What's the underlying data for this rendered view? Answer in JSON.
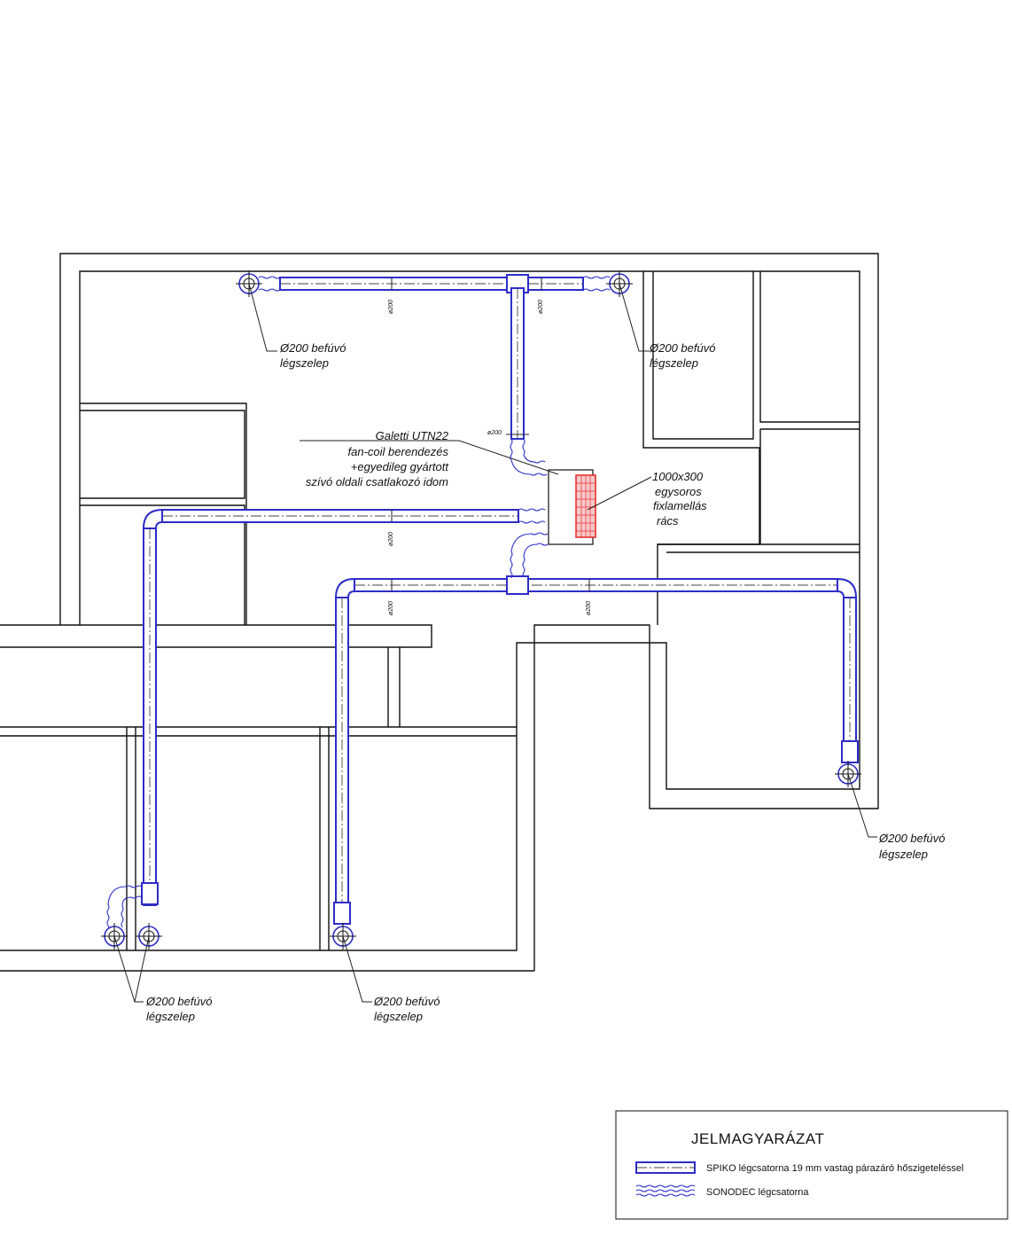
{
  "diffuser_label": {
    "line1": "Ø200 befúvó",
    "line2": "légszelep"
  },
  "dimension_label": "ø200",
  "fancoil_label": {
    "line1": "Galetti UTN22",
    "line2": "fan-coil berendezés",
    "line3": "+egyedileg gyártott",
    "line4": "szívó oldali csatlakozó idom"
  },
  "grille_label": {
    "line1": "1000x300",
    "line2": "egysoros",
    "line3": "fixlamellás",
    "line4": "rács"
  },
  "legend": {
    "title": "JELMAGYARÁZAT",
    "items": [
      {
        "symbol": "spiko-duct-symbol",
        "text": "SPIKO légcsatorna 19 mm vastag párazáró hőszigeteléssel"
      },
      {
        "symbol": "sonodec-duct-symbol",
        "text": "SONODEC légcsatorna"
      }
    ]
  },
  "colors": {
    "duct": "#2d2dc8",
    "grille": "#e53030",
    "walls": "#111111"
  },
  "icons": [
    "diffuser-icon",
    "grille-icon",
    "fan-coil-icon"
  ]
}
